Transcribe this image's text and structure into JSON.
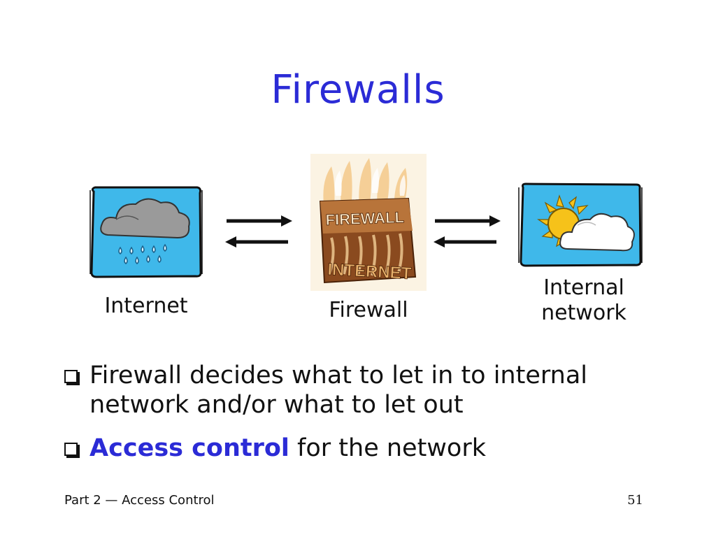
{
  "slide": {
    "title": "Firewalls",
    "diagram": {
      "internet_label": "Internet",
      "firewall_label": "Firewall",
      "internal_label_line1": "Internal",
      "internal_label_line2": "network",
      "firewall_graphic_top_text": "FIREWALL",
      "firewall_graphic_bottom_text": "INTERNET"
    },
    "bullets": [
      {
        "text": "Firewall decides what to let in to internal network and/or what to let out"
      },
      {
        "highlight": "Access control",
        "rest": " for the network"
      }
    ],
    "footer": {
      "left": "Part 2 — Access Control",
      "page_number": "51"
    }
  },
  "colors": {
    "title": "#2b2bd6",
    "highlight": "#2b2bd6",
    "sky": "#3fb8ea",
    "firewall_brown": "#8a4a1f"
  },
  "icons": [
    "rain-cloud-icon",
    "sun-cloud-icon",
    "firewall-icon",
    "arrow-right-icon",
    "arrow-left-icon",
    "bullet-square-icon"
  ]
}
